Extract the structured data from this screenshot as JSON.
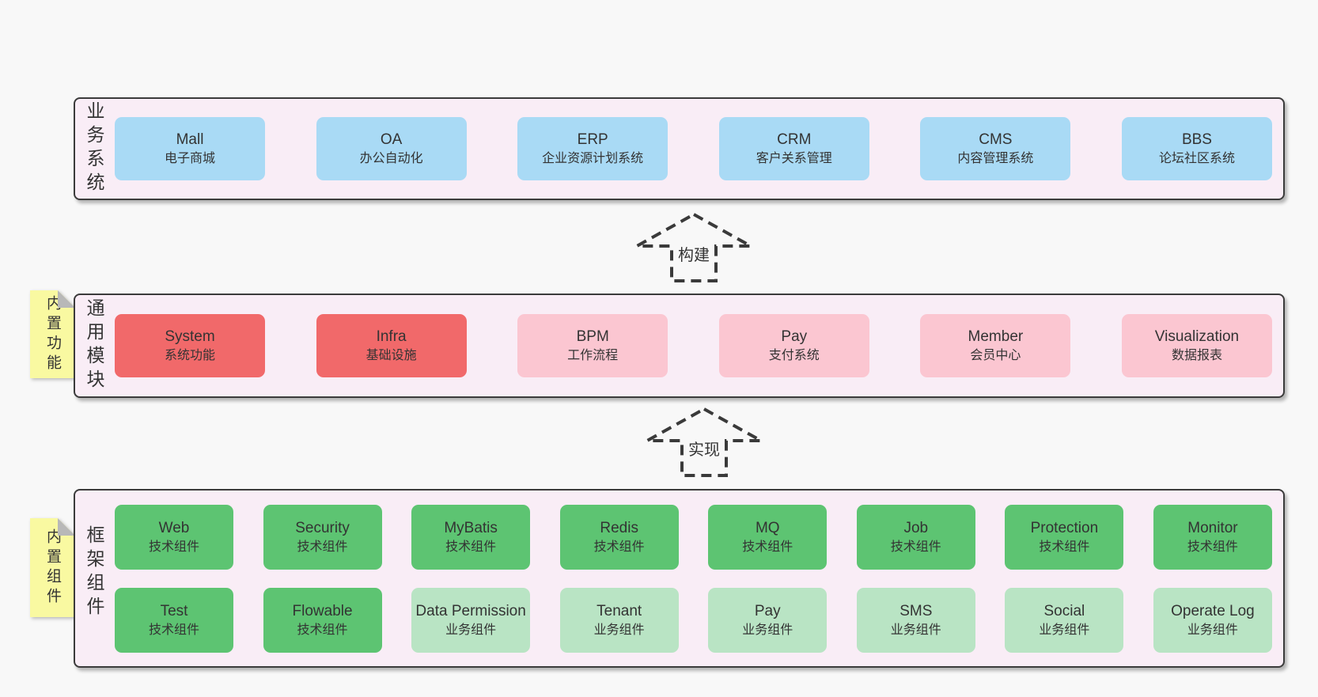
{
  "colors": {
    "page_bg": "#f8f8f8",
    "band_bg": "#f9edf6",
    "band_border": "#3b3b3b",
    "box_blue": "#a9daf5",
    "box_red": "#f1696a",
    "box_pink": "#fbc6d1",
    "box_green": "#5dc472",
    "box_green_light": "#b9e4c4",
    "sticky_yellow": "#f9f9a1",
    "sticky_fold": "#b8b8b8",
    "text": "#333333"
  },
  "arrows": [
    {
      "label": "构建"
    },
    {
      "label": "实现"
    }
  ],
  "bands": [
    {
      "label": "业务系统",
      "rows": [
        [
          {
            "en": "Mall",
            "zh": "电子商城",
            "variant": "blue"
          },
          {
            "en": "OA",
            "zh": "办公自动化",
            "variant": "blue"
          },
          {
            "en": "ERP",
            "zh": "企业资源计划系统",
            "variant": "blue"
          },
          {
            "en": "CRM",
            "zh": "客户关系管理",
            "variant": "blue"
          },
          {
            "en": "CMS",
            "zh": "内容管理系统",
            "variant": "blue"
          },
          {
            "en": "BBS",
            "zh": "论坛社区系统",
            "variant": "blue"
          }
        ]
      ]
    },
    {
      "label": "通用模块",
      "sticky": "内置功能",
      "rows": [
        [
          {
            "en": "System",
            "zh": "系统功能",
            "variant": "red"
          },
          {
            "en": "Infra",
            "zh": "基础设施",
            "variant": "red"
          },
          {
            "en": "BPM",
            "zh": "工作流程",
            "variant": "pink"
          },
          {
            "en": "Pay",
            "zh": "支付系统",
            "variant": "pink"
          },
          {
            "en": "Member",
            "zh": "会员中心",
            "variant": "pink"
          },
          {
            "en": "Visualization",
            "zh": "数据报表",
            "variant": "pink"
          }
        ]
      ]
    },
    {
      "label": "框架组件",
      "sticky": "内置组件",
      "rows": [
        [
          {
            "en": "Web",
            "zh": "技术组件",
            "variant": "green"
          },
          {
            "en": "Security",
            "zh": "技术组件",
            "variant": "green"
          },
          {
            "en": "MyBatis",
            "zh": "技术组件",
            "variant": "green"
          },
          {
            "en": "Redis",
            "zh": "技术组件",
            "variant": "green"
          },
          {
            "en": "MQ",
            "zh": "技术组件",
            "variant": "green"
          },
          {
            "en": "Job",
            "zh": "技术组件",
            "variant": "green"
          },
          {
            "en": "Protection",
            "zh": "技术组件",
            "variant": "green"
          },
          {
            "en": "Monitor",
            "zh": "技术组件",
            "variant": "green"
          }
        ],
        [
          {
            "en": "Test",
            "zh": "技术组件",
            "variant": "green"
          },
          {
            "en": "Flowable",
            "zh": "技术组件",
            "variant": "green"
          },
          {
            "en": "Data Permission",
            "zh": "业务组件",
            "variant": "green-light"
          },
          {
            "en": "Tenant",
            "zh": "业务组件",
            "variant": "green-light"
          },
          {
            "en": "Pay",
            "zh": "业务组件",
            "variant": "green-light"
          },
          {
            "en": "SMS",
            "zh": "业务组件",
            "variant": "green-light"
          },
          {
            "en": "Social",
            "zh": "业务组件",
            "variant": "green-light"
          },
          {
            "en": "Operate Log",
            "zh": "业务组件",
            "variant": "green-light"
          }
        ]
      ]
    }
  ]
}
